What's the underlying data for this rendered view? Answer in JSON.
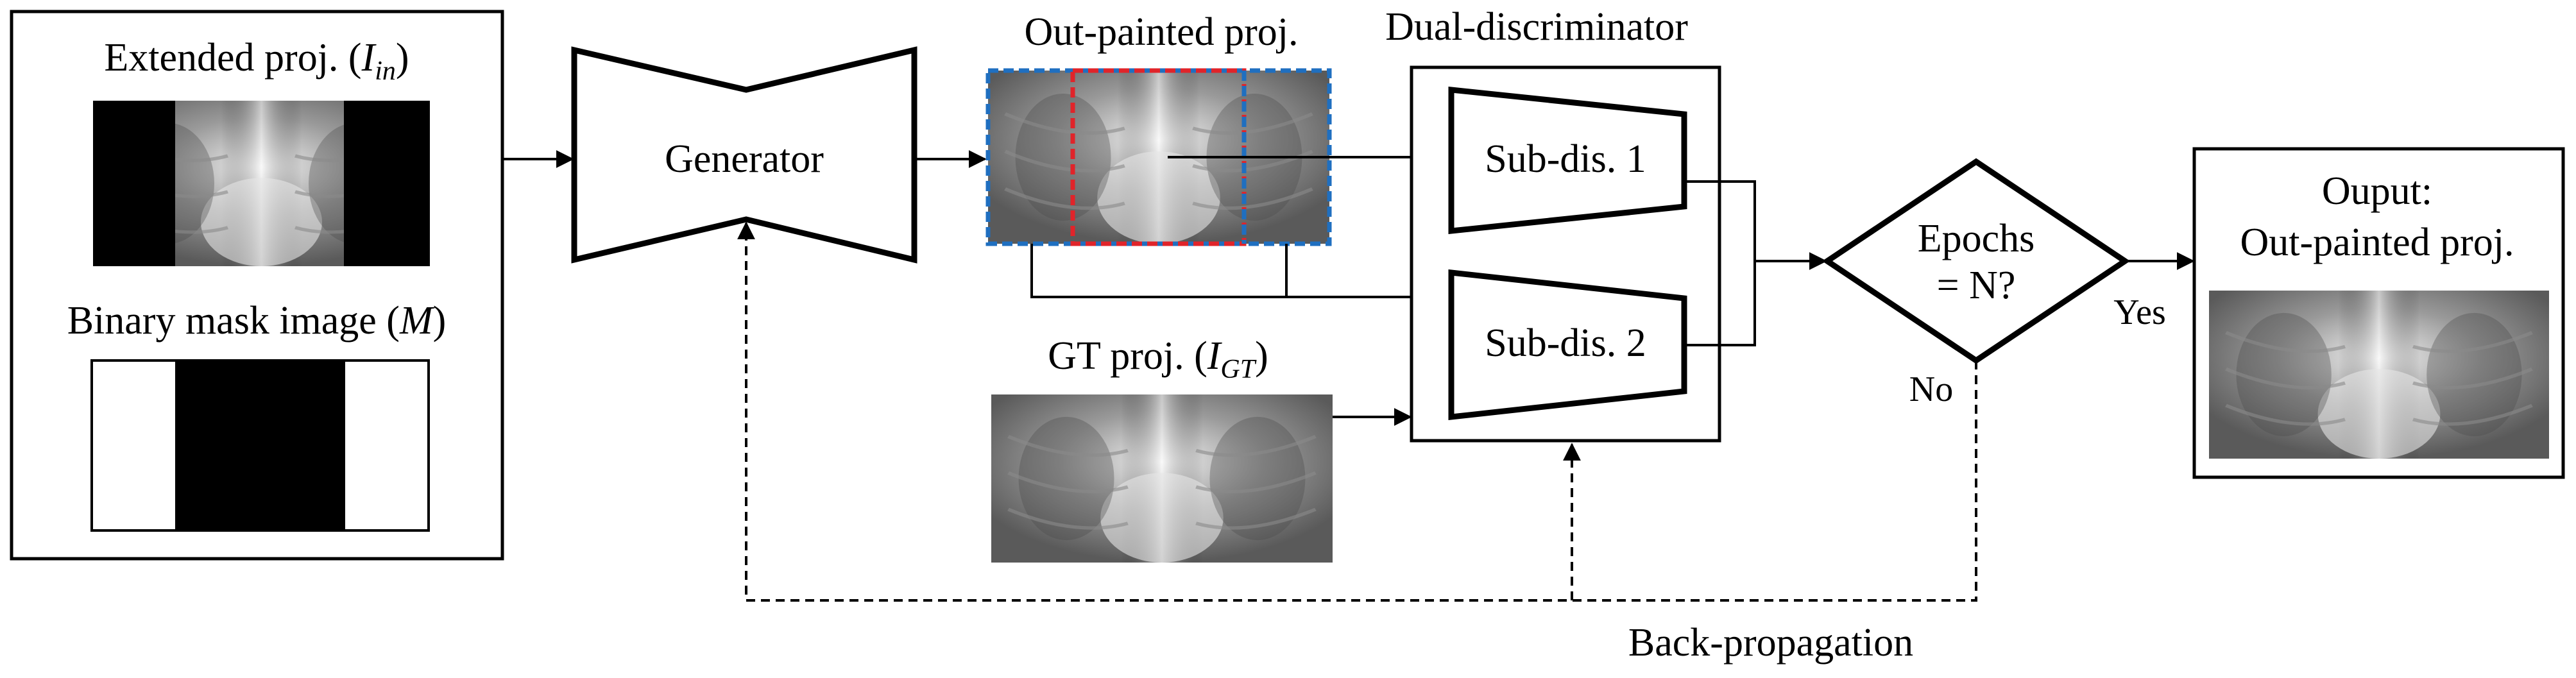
{
  "input_panel": {
    "extended_proj_label": "Extended proj. (",
    "extended_proj_var": "I",
    "extended_proj_sub": "in",
    "extended_proj_close": ")",
    "mask_label": "Binary mask image (",
    "mask_var": "M",
    "mask_close": ")"
  },
  "generator": {
    "label": "Generator"
  },
  "outpainted": {
    "label": "Out-painted proj."
  },
  "ground_truth": {
    "label": "GT proj. (",
    "var": "I",
    "sub": "GT",
    "close": ")"
  },
  "discriminator": {
    "title": "Dual-discriminator",
    "sub1": "Sub-dis. 1",
    "sub2": "Sub-dis. 2"
  },
  "decision": {
    "line1": "Epochs",
    "line2": "= N?",
    "yes": "Yes",
    "no": "No"
  },
  "output": {
    "line1": "Ouput:",
    "line2": "Out-painted proj."
  },
  "feedback": {
    "label": "Back-propagation"
  },
  "colors": {
    "outer_region_border": "#1f6fc0",
    "inner_region_border": "#e0242a"
  }
}
